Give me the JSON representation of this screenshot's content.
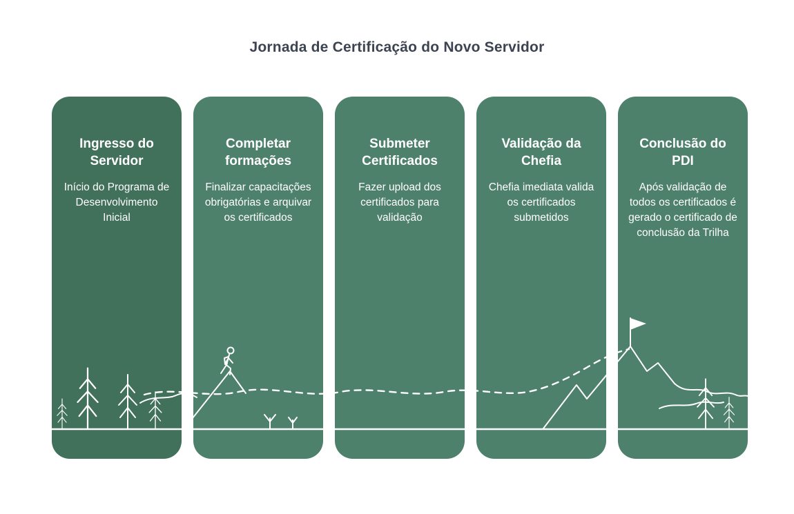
{
  "page_title": "Jornada de Certificação do Novo Servidor",
  "colors": {
    "card_first": "#41705b",
    "card_default": "#4d816c",
    "title_text": "#3d4451",
    "art_stroke": "#ffffff"
  },
  "cards": [
    {
      "title": "Ingresso do Servidor",
      "description": "Início do Programa de Desenvolvimento Inicial"
    },
    {
      "title": "Completar formações",
      "description": "Finalizar capacitações obrigatórias e arquivar os certificados"
    },
    {
      "title": "Submeter Certificados",
      "description": "Fazer upload dos certificados para validação"
    },
    {
      "title": "Validação da Chefia",
      "description": "Chefia imediata valida os certificados submetidos"
    },
    {
      "title": "Conclusão do PDI",
      "description": "Após validação de todos os certificados é gerado o certificado de conclusão da Trilha"
    }
  ],
  "decorations": [
    "pine-trees-left-icon",
    "hiker-icon",
    "sprouts-icon",
    "dashed-trail-icon",
    "mountain-ridge-icon",
    "summit-flag-icon",
    "pine-trees-right-icon",
    "ground-line-icon"
  ]
}
